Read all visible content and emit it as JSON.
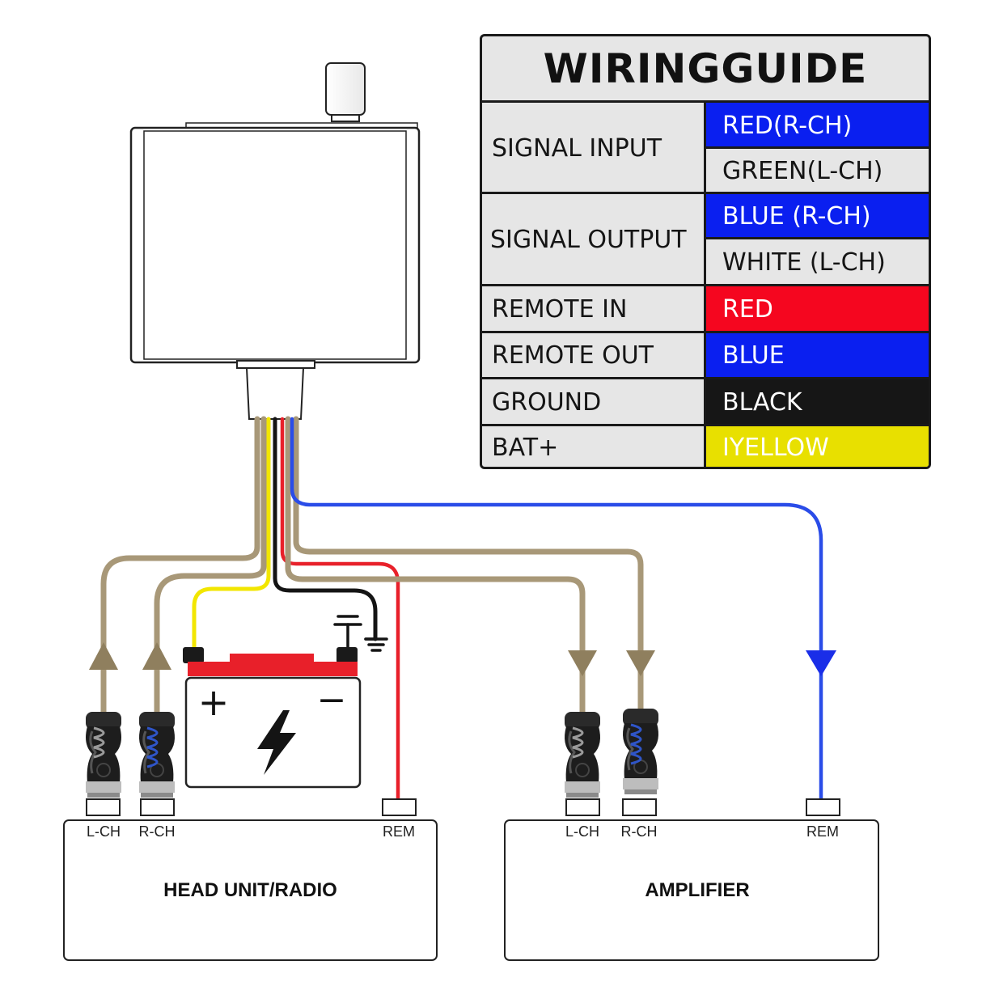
{
  "guide": {
    "title": "WIRINGGUIDE",
    "rows": [
      {
        "label": "SIGNAL INPUT",
        "values": [
          {
            "text": "RED(R-CH)",
            "bg": "#0a1ff0",
            "fg": "#ffffff"
          },
          {
            "text": "GREEN(L-CH)",
            "bg": "#e6e6e6",
            "fg": "#151515"
          }
        ]
      },
      {
        "label": "SIGNAL OUTPUT",
        "values": [
          {
            "text": "BLUE (R-CH)",
            "bg": "#0a1ff0",
            "fg": "#ffffff"
          },
          {
            "text": "WHITE (L-CH)",
            "bg": "#e6e6e6",
            "fg": "#151515"
          }
        ]
      },
      {
        "label": "REMOTE IN",
        "values": [
          {
            "text": "RED",
            "bg": "#f5061f",
            "fg": "#ffffff"
          }
        ]
      },
      {
        "label": "REMOTE OUT",
        "values": [
          {
            "text": "BLUE",
            "bg": "#0a1ff0",
            "fg": "#ffffff"
          }
        ]
      },
      {
        "label": "GROUND",
        "values": [
          {
            "text": "BLACK",
            "bg": "#161616",
            "fg": "#ffffff"
          }
        ]
      },
      {
        "label": "BAT+",
        "values": [
          {
            "text": "IYELLOW",
            "bg": "#e8e000",
            "fg": "#ffffff"
          }
        ]
      }
    ]
  },
  "head_unit": {
    "name": "HEAD UNIT/RADIO",
    "ports": [
      "L-CH",
      "R-CH",
      "REM"
    ]
  },
  "amplifier": {
    "name": "AMPLIFIER",
    "ports": [
      "L-CH",
      "R-CH",
      "REM"
    ]
  },
  "battery": {
    "plus": "+",
    "minus": "−"
  },
  "colors": {
    "signal_wire": "#a89878",
    "yellow_wire": "#f2e600",
    "red_wire": "#e8202a",
    "black_wire": "#141414",
    "blue_wire": "#2a4ce8",
    "battery_red": "#e8202a"
  },
  "icons": [
    "ground-symbol-icon",
    "lightning-bolt-icon",
    "rca-plug-icon",
    "arrow-up-icon",
    "arrow-down-icon"
  ]
}
